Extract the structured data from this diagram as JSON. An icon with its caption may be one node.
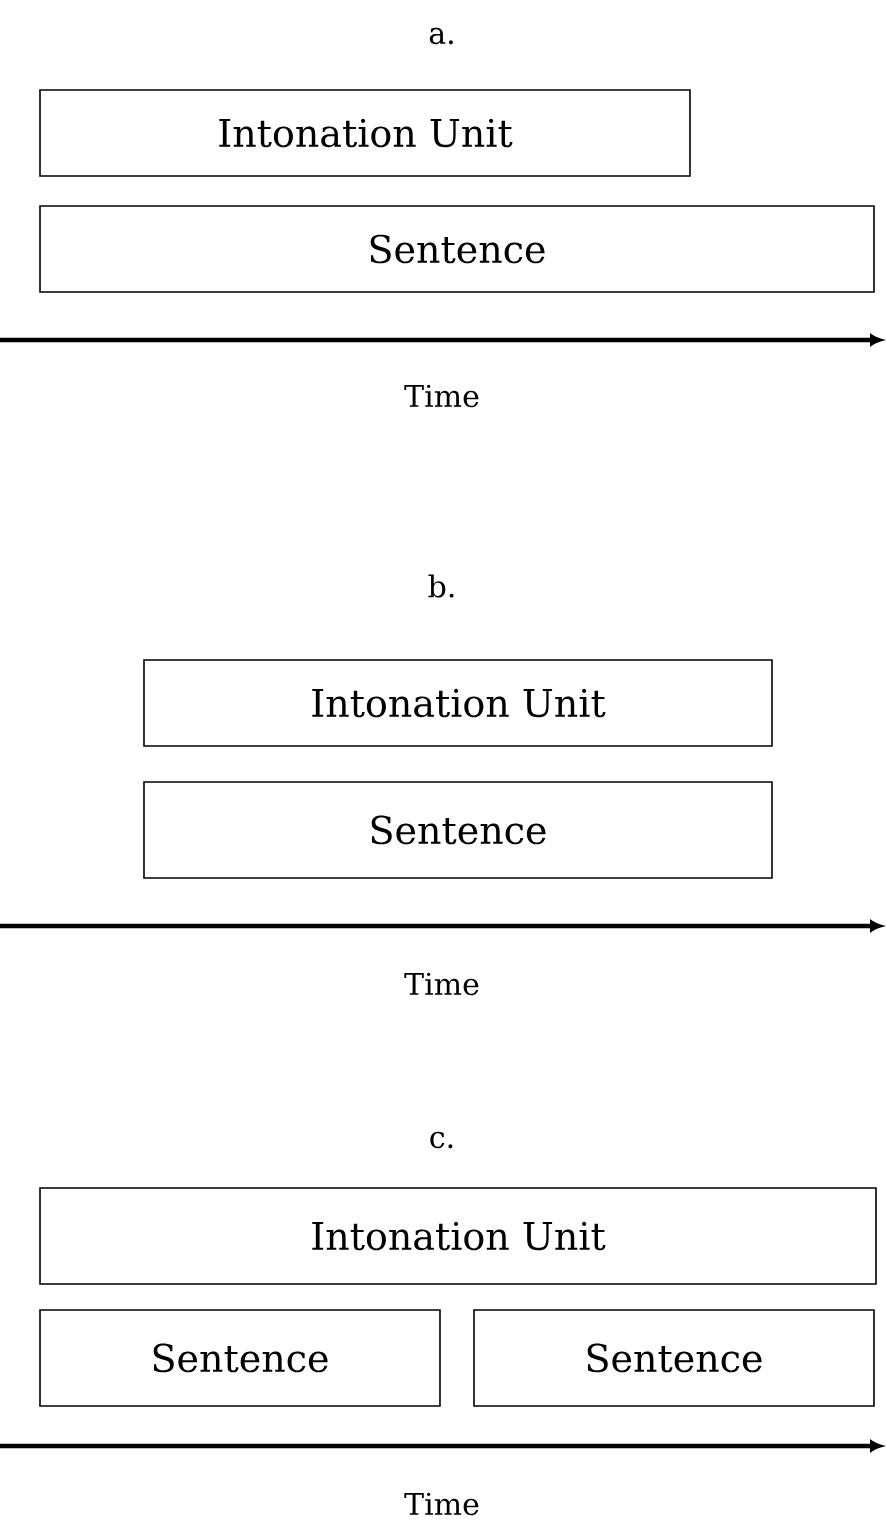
{
  "diagram": {
    "nodes": [
      {
        "text": [
          "Intonation Unit"
        ]
      },
      {
        "text": [
          "Sentence"
        ]
      },
      {
        "text": [
          "Intonation Unit"
        ]
      },
      {
        "text": [
          "Sentence"
        ]
      },
      {
        "text": [
          "Intonation Unit"
        ]
      },
      {
        "text": [
          "Sentence"
        ]
      },
      {
        "text": [
          "Sentence"
        ]
      }
    ],
    "labels": [
      "a.",
      "Time",
      "b.",
      "Time",
      "c.",
      "Time"
    ]
  }
}
